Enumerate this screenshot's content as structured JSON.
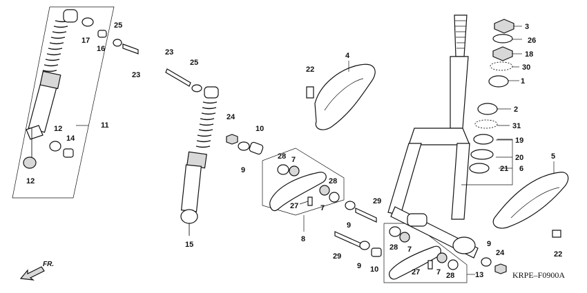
{
  "drawing_code": "KRPE–F0900A",
  "direction_label": "FR.",
  "callouts": [
    {
      "id": "c1",
      "label": "1"
    },
    {
      "id": "c2",
      "label": "2"
    },
    {
      "id": "c3",
      "label": "3"
    },
    {
      "id": "c4",
      "label": "4"
    },
    {
      "id": "c5",
      "label": "5"
    },
    {
      "id": "c6",
      "label": "6"
    },
    {
      "id": "c7a",
      "label": "7"
    },
    {
      "id": "c7b",
      "label": "7"
    },
    {
      "id": "c7c",
      "label": "7"
    },
    {
      "id": "c7d",
      "label": "7"
    },
    {
      "id": "c8",
      "label": "8"
    },
    {
      "id": "c9a",
      "label": "9"
    },
    {
      "id": "c9b",
      "label": "9"
    },
    {
      "id": "c9c",
      "label": "9"
    },
    {
      "id": "c9d",
      "label": "9"
    },
    {
      "id": "c10a",
      "label": "10"
    },
    {
      "id": "c10b",
      "label": "10"
    },
    {
      "id": "c11",
      "label": "11"
    },
    {
      "id": "c12a",
      "label": "12"
    },
    {
      "id": "c12b",
      "label": "12"
    },
    {
      "id": "c13",
      "label": "13"
    },
    {
      "id": "c14",
      "label": "14"
    },
    {
      "id": "c15",
      "label": "15"
    },
    {
      "id": "c16",
      "label": "16"
    },
    {
      "id": "c17",
      "label": "17"
    },
    {
      "id": "c18",
      "label": "18"
    },
    {
      "id": "c19",
      "label": "19"
    },
    {
      "id": "c20",
      "label": "20"
    },
    {
      "id": "c21",
      "label": "21"
    },
    {
      "id": "c22a",
      "label": "22"
    },
    {
      "id": "c22b",
      "label": "22"
    },
    {
      "id": "c23a",
      "label": "23"
    },
    {
      "id": "c23b",
      "label": "23"
    },
    {
      "id": "c24a",
      "label": "24"
    },
    {
      "id": "c24b",
      "label": "24"
    },
    {
      "id": "c25a",
      "label": "25"
    },
    {
      "id": "c25b",
      "label": "25"
    },
    {
      "id": "c26",
      "label": "26"
    },
    {
      "id": "c27a",
      "label": "27"
    },
    {
      "id": "c27b",
      "label": "27"
    },
    {
      "id": "c28a",
      "label": "28"
    },
    {
      "id": "c28b",
      "label": "28"
    },
    {
      "id": "c28c",
      "label": "28"
    },
    {
      "id": "c28d",
      "label": "28"
    },
    {
      "id": "c29a",
      "label": "29"
    },
    {
      "id": "c29b",
      "label": "29"
    },
    {
      "id": "c30",
      "label": "30"
    },
    {
      "id": "c31",
      "label": "31"
    }
  ]
}
